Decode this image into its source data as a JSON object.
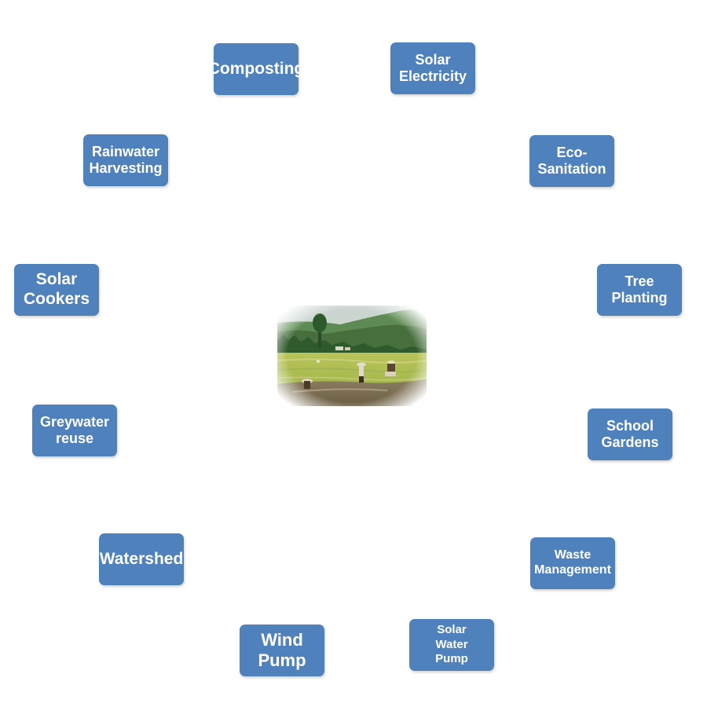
{
  "diagram": {
    "nodes": {
      "composting": "Composting",
      "solar_electricity": "Solar\nElectricity",
      "eco_sanitation": "Eco-\nSanitation",
      "tree_planting": "Tree\nPlanting",
      "school_gardens": "School\nGardens",
      "waste_management": "Waste\nManagement",
      "solar_water_pump": "Solar\nWater\nPump",
      "wind_pump": "Wind\nPump",
      "watershed": "Watershed",
      "greywater_reuse": "Greywater\nreuse",
      "solar_cookers": "Solar\nCookers",
      "rainwater_harvesting": "Rainwater\nHarvesting"
    },
    "node_color": "#4f81bd",
    "node_text_color": "#ffffff",
    "center_image": "rice-paddy-farmers-photo"
  }
}
